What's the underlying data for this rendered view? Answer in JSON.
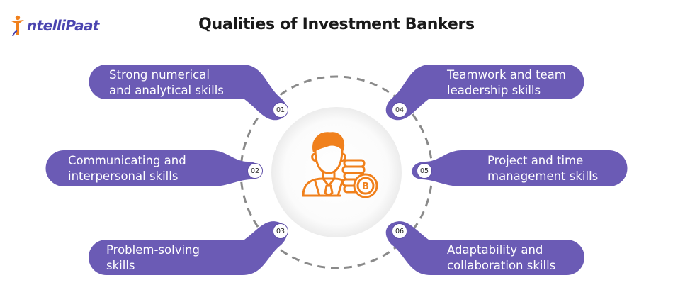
{
  "brand": {
    "logo_text": "ntelliPaat",
    "logo_letter": "I"
  },
  "title": "Qualities of Investment Bankers",
  "qualities": [
    {
      "number": "01",
      "line1": "Strong numerical",
      "line2": "and analytical skills"
    },
    {
      "number": "02",
      "line1": "Communicating and",
      "line2": "interpersonal skills"
    },
    {
      "number": "03",
      "line1": "Problem-solving",
      "line2": "skills"
    },
    {
      "number": "04",
      "line1": "Teamwork and team",
      "line2": "leadership skills"
    },
    {
      "number": "05",
      "line1": "Project and time",
      "line2": "management skills"
    },
    {
      "number": "06",
      "line1": "Adaptability and",
      "line2": "collaboration skills"
    }
  ],
  "colors": {
    "pill": "#6b5bb5",
    "accent_orange": "#f0801c",
    "dash": "#8a8a8a"
  },
  "center_icon": "banker-with-coins-icon"
}
